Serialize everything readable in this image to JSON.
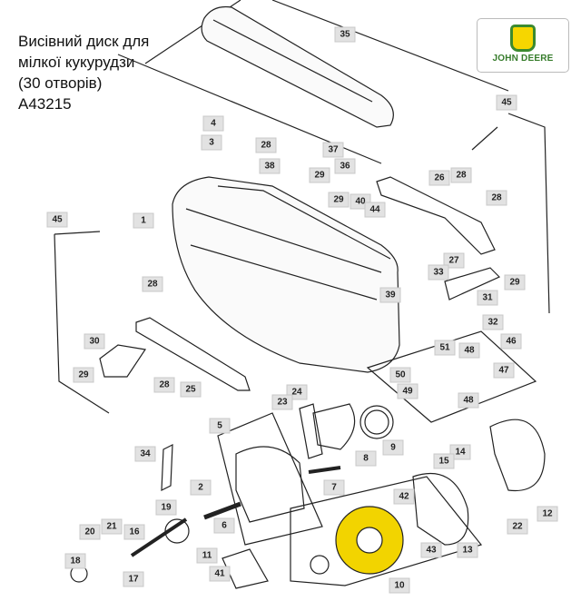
{
  "title": {
    "lines": [
      "Висівний диск  для",
      "мілкої кукурудзи",
      "(30 отворів)",
      "A43215"
    ]
  },
  "logo": {
    "brand": "JOHN DEERE",
    "colors": {
      "green": "#367c2b",
      "yellow": "#f6d600"
    }
  },
  "part_labels": [
    "35",
    "45",
    "4",
    "3",
    "28",
    "38",
    "37",
    "36",
    "29",
    "26",
    "28",
    "28",
    "29",
    "40",
    "44",
    "1",
    "45",
    "27",
    "33",
    "28",
    "29",
    "39",
    "31",
    "32",
    "30",
    "46",
    "51",
    "48",
    "50",
    "47",
    "29",
    "28",
    "25",
    "49",
    "48",
    "24",
    "23",
    "9",
    "5",
    "8",
    "34",
    "14",
    "15",
    "2",
    "7",
    "42",
    "19",
    "6",
    "12",
    "22",
    "20",
    "21",
    "16",
    "11",
    "43",
    "13",
    "18",
    "17",
    "41",
    "10"
  ],
  "colors": {
    "disc": "#f2d400",
    "label_bg": "#e2e2e2"
  }
}
